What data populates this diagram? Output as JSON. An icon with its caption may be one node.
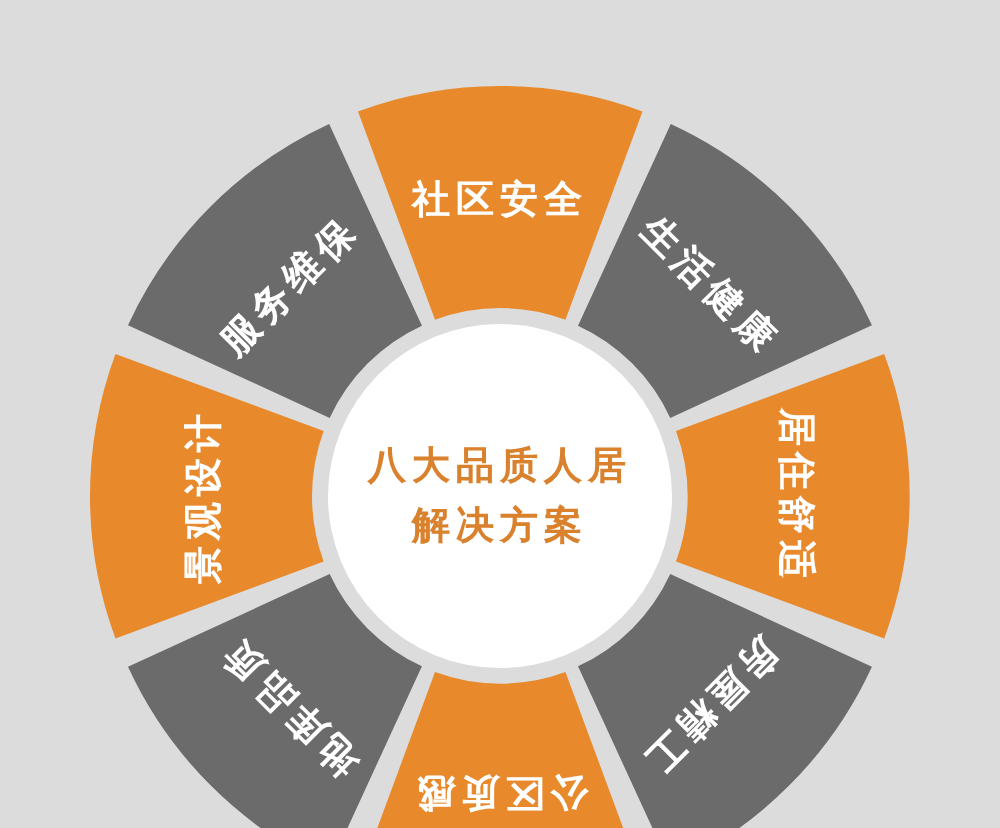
{
  "diagram": {
    "nodes": [
      {
        "text": [
          "八大品质人居解决方案"
        ]
      },
      {
        "text": [
          "社区安全"
        ]
      },
      {
        "text": [
          "生活健康"
        ]
      },
      {
        "text": [
          "居住舒适"
        ]
      },
      {
        "text": [
          "房屋精工"
        ]
      },
      {
        "text": [
          "公区质感"
        ]
      },
      {
        "text": [
          "地库品质"
        ]
      },
      {
        "text": [
          "景观设计"
        ]
      },
      {
        "text": [
          "服务维保"
        ]
      }
    ]
  }
}
